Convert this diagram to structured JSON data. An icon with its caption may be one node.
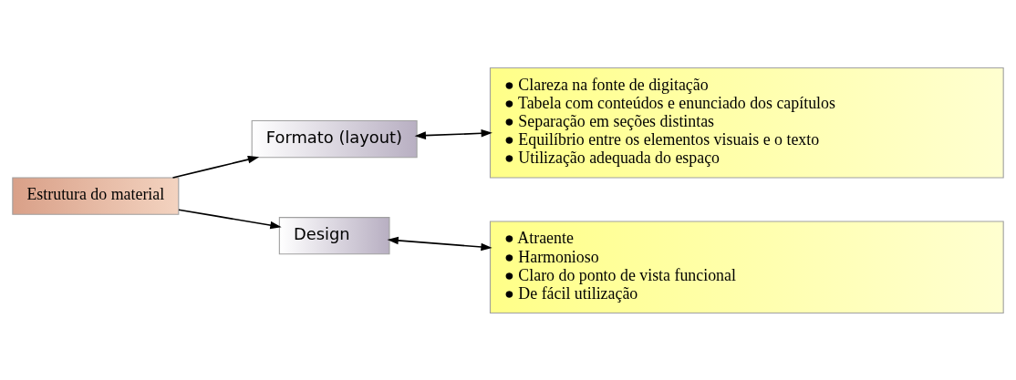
{
  "diagram": {
    "nodes": [
      {
        "text": [
          "Estrutura do material"
        ]
      },
      {
        "text": [
          "Formato (layout)"
        ]
      },
      {
        "text": [
          "● Clareza na fonte de digitação",
          "● Tabela com conteúdos e enunciado dos capítulos",
          "● Separação em seções distintas",
          "● Equilíbrio entre os elementos visuais e o texto",
          "● Utilização adequada do espaço"
        ]
      },
      {
        "text": [
          "Design"
        ]
      },
      {
        "text": [
          "● Atraente",
          "● Harmonioso",
          "● Claro do ponto de vista funcional",
          "● De fácil utilização"
        ]
      }
    ],
    "edges": [
      {
        "from": 0,
        "to": 1,
        "arrow": "to"
      },
      {
        "from": 0,
        "to": 3,
        "arrow": "to"
      },
      {
        "from": 1,
        "to": 2,
        "arrow": "both"
      },
      {
        "from": 3,
        "to": 4,
        "arrow": "both"
      }
    ]
  }
}
